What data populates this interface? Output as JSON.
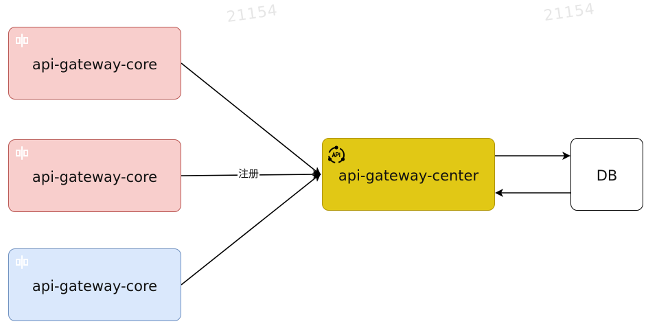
{
  "watermarks": [
    "21154",
    "21154"
  ],
  "nodes": {
    "core_1": {
      "label": "api-gateway-core"
    },
    "core_2": {
      "label": "api-gateway-core"
    },
    "core_3": {
      "label": "api-gateway-core"
    },
    "center": {
      "label": "api-gateway-center"
    },
    "db": {
      "label": "DB"
    }
  },
  "icons": {
    "core": "service-icon",
    "center": "api-icon"
  },
  "edges": {
    "register_label": "注册"
  },
  "colors": {
    "core_red_fill": "#f8cecc",
    "core_red_border": "#b85450",
    "core_blue_fill": "#dae8fc",
    "core_blue_border": "#6c8ebf",
    "center_fill": "#e1c815",
    "db_border": "#000000"
  }
}
